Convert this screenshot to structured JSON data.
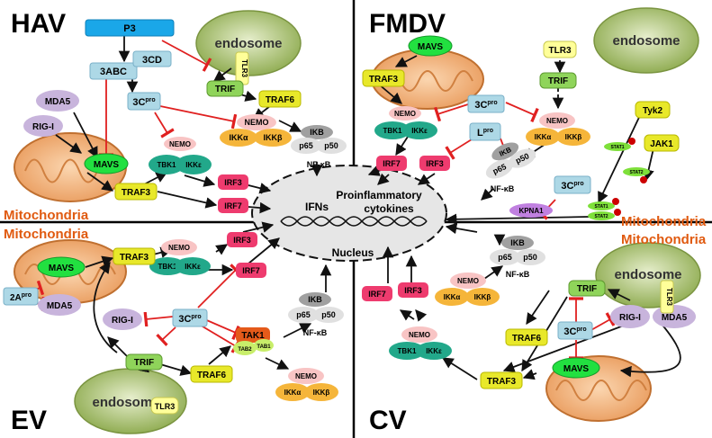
{
  "quadrants": {
    "hav": "HAV",
    "fmdv": "FMDV",
    "ev": "EV",
    "cv": "CV"
  },
  "mitochondria_label": "Mitochondria",
  "endosome_label": "endosome",
  "nucleus": {
    "label": "Nucleus",
    "ifns": "IFNs",
    "cytokines_line1": "Proinflammatory",
    "cytokines_line2": "cytokines"
  },
  "proteins": {
    "P3": "P3",
    "3ABC": "3ABC",
    "3CD": "3CD",
    "3Cpro_base": "3C",
    "pro": "pro",
    "Lpro_base": "L",
    "2Apro_base": "2A",
    "MDA5": "MDA5",
    "RIG-I": "RIG-I",
    "MAVS": "MAVS",
    "TRAF3": "TRAF3",
    "TRAF6": "TRAF6",
    "TRIF": "TRIF",
    "TLR3": "TLR3",
    "NEMO": "NEMO",
    "TBK1": "TBK1",
    "IKKe": "IKKε",
    "IKKa": "IKKα",
    "IKKb": "IKKβ",
    "IKB": "IKB",
    "p65": "p65",
    "p50": "p50",
    "NFkB": "NF-κB",
    "IRF3": "IRF3",
    "IRF7": "IRF7",
    "TAK1": "TAK1",
    "TAB2": "TAB2",
    "TAB1": "TAB1",
    "Tyk2": "Tyk2",
    "JAK1": "JAK1",
    "STAT1": "STAT1",
    "STAT2": "STAT2",
    "KPNA1": "KPNA1"
  },
  "colors": {
    "virus_3": "#add8e6",
    "p3": "#1aa7e8",
    "mavs": "#22e040",
    "traf": "#e8e82a",
    "trif": "#8fd45a",
    "tlr3": "#ffff99",
    "irf": "#ee3b6e",
    "nemo": "#f8c4c4",
    "tbk1": "#22a88a",
    "ikk": "#f5b53a",
    "ikb_top": "#a0a0a0",
    "ikb_low": "#e0e0e0",
    "rig_mda": "#c8b4dc",
    "endosome": "#9ab85a",
    "mito": "#f6b27a",
    "tak1": "#e45a1a",
    "tab": "#c8ee6a",
    "stat": "#7ee03a",
    "kpna1": "#c080e0",
    "mito_text": "#e05a10",
    "inhibit": "#e02020"
  }
}
